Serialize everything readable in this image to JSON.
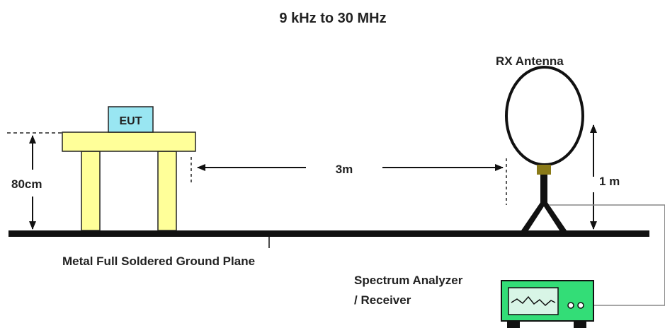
{
  "title": "9 kHz to 30 MHz",
  "labels": {
    "eut": "EUT",
    "table_height": "80cm",
    "distance": "3m",
    "antenna": "RX Antenna",
    "antenna_height": "1 m",
    "ground_plane": "Metal Full Soldered Ground Plane",
    "analyzer_line1": "Spectrum Analyzer",
    "analyzer_line2": "/ Receiver"
  },
  "colors": {
    "table_fill": "#ffff99",
    "eut_fill": "#99e6f2",
    "analyzer_fill": "#33dd77",
    "analyzer_screen": "#d8f5e6",
    "ground": "#111111",
    "antenna_base": "#8a7a18",
    "cable": "#888888"
  }
}
